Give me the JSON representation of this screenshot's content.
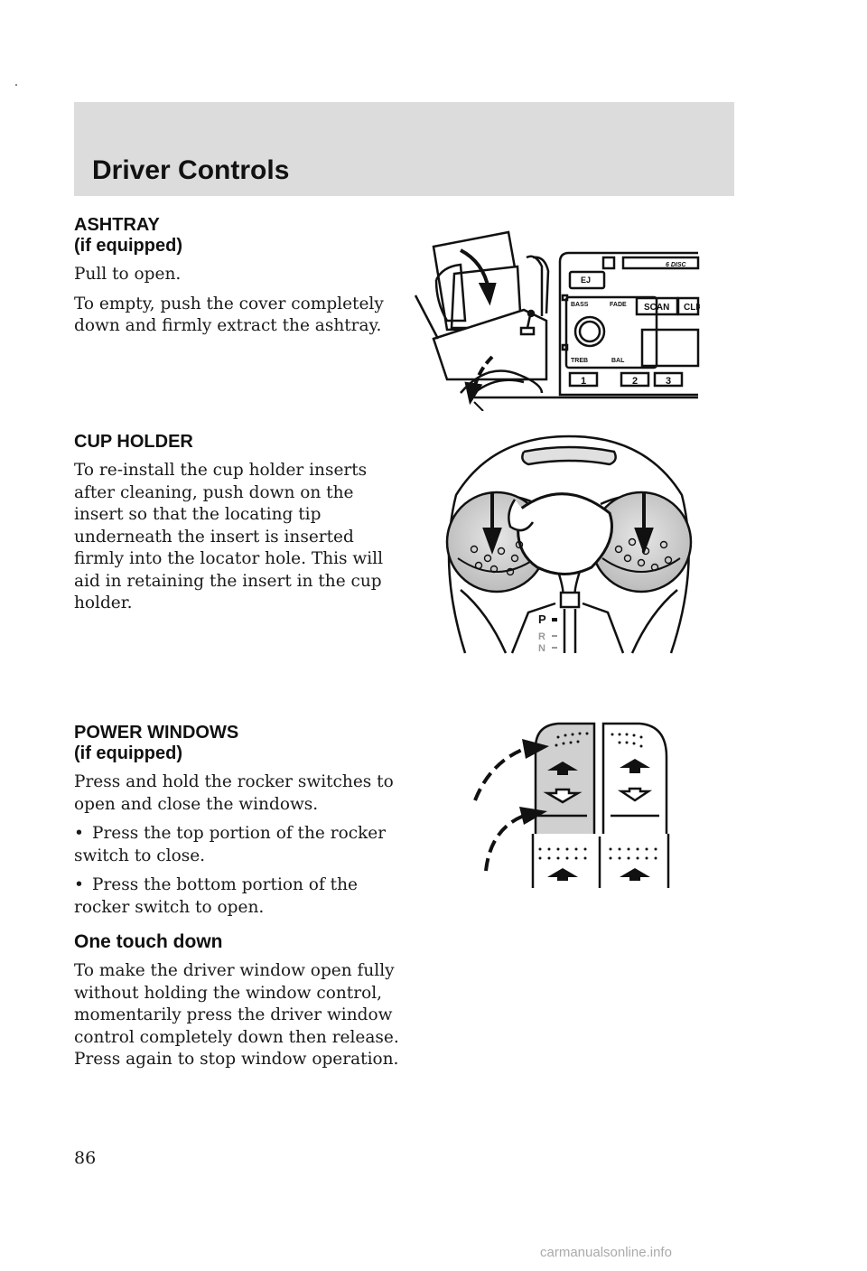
{
  "header": {
    "title": "Driver Controls"
  },
  "ashtray": {
    "heading_line1": "ASHTRAY",
    "heading_line2": "(if equipped)",
    "para1": "Pull to open.",
    "para2": "To empty, push the cover completely down and firmly extract the ashtray.",
    "radio_labels": {
      "ej": "EJ",
      "disc": "6 DISC",
      "bass": "BASS",
      "fade": "FADE",
      "treb": "TREB",
      "bal": "BAL",
      "scan": "SCAN",
      "clk": "CLK",
      "preset1": "1",
      "preset2": "2",
      "preset3": "3"
    }
  },
  "cupholder": {
    "heading": "CUP HOLDER",
    "para": "To re-install the cup holder inserts after cleaning, push down on the insert so that the locating tip underneath the insert is inserted firmly into the locator hole. This will aid in retaining the insert in the cup holder.",
    "gear_labels": {
      "p": "P",
      "r": "R",
      "n": "N"
    }
  },
  "windows": {
    "heading_line1": "POWER WINDOWS",
    "heading_line2": "(if equipped)",
    "para": "Press and hold the rocker switches to open and close the windows.",
    "bullet1": "Press the top portion of the rocker switch to close.",
    "bullet2": "Press the bottom portion of the rocker switch to open.",
    "subheading": "One touch down",
    "para2": "To make the driver window open fully without holding the window control, momentarily press the driver window control completely down then release. Press again to stop window operation."
  },
  "footer": {
    "page_number": "86",
    "watermark": "carmanualsonline.info"
  }
}
